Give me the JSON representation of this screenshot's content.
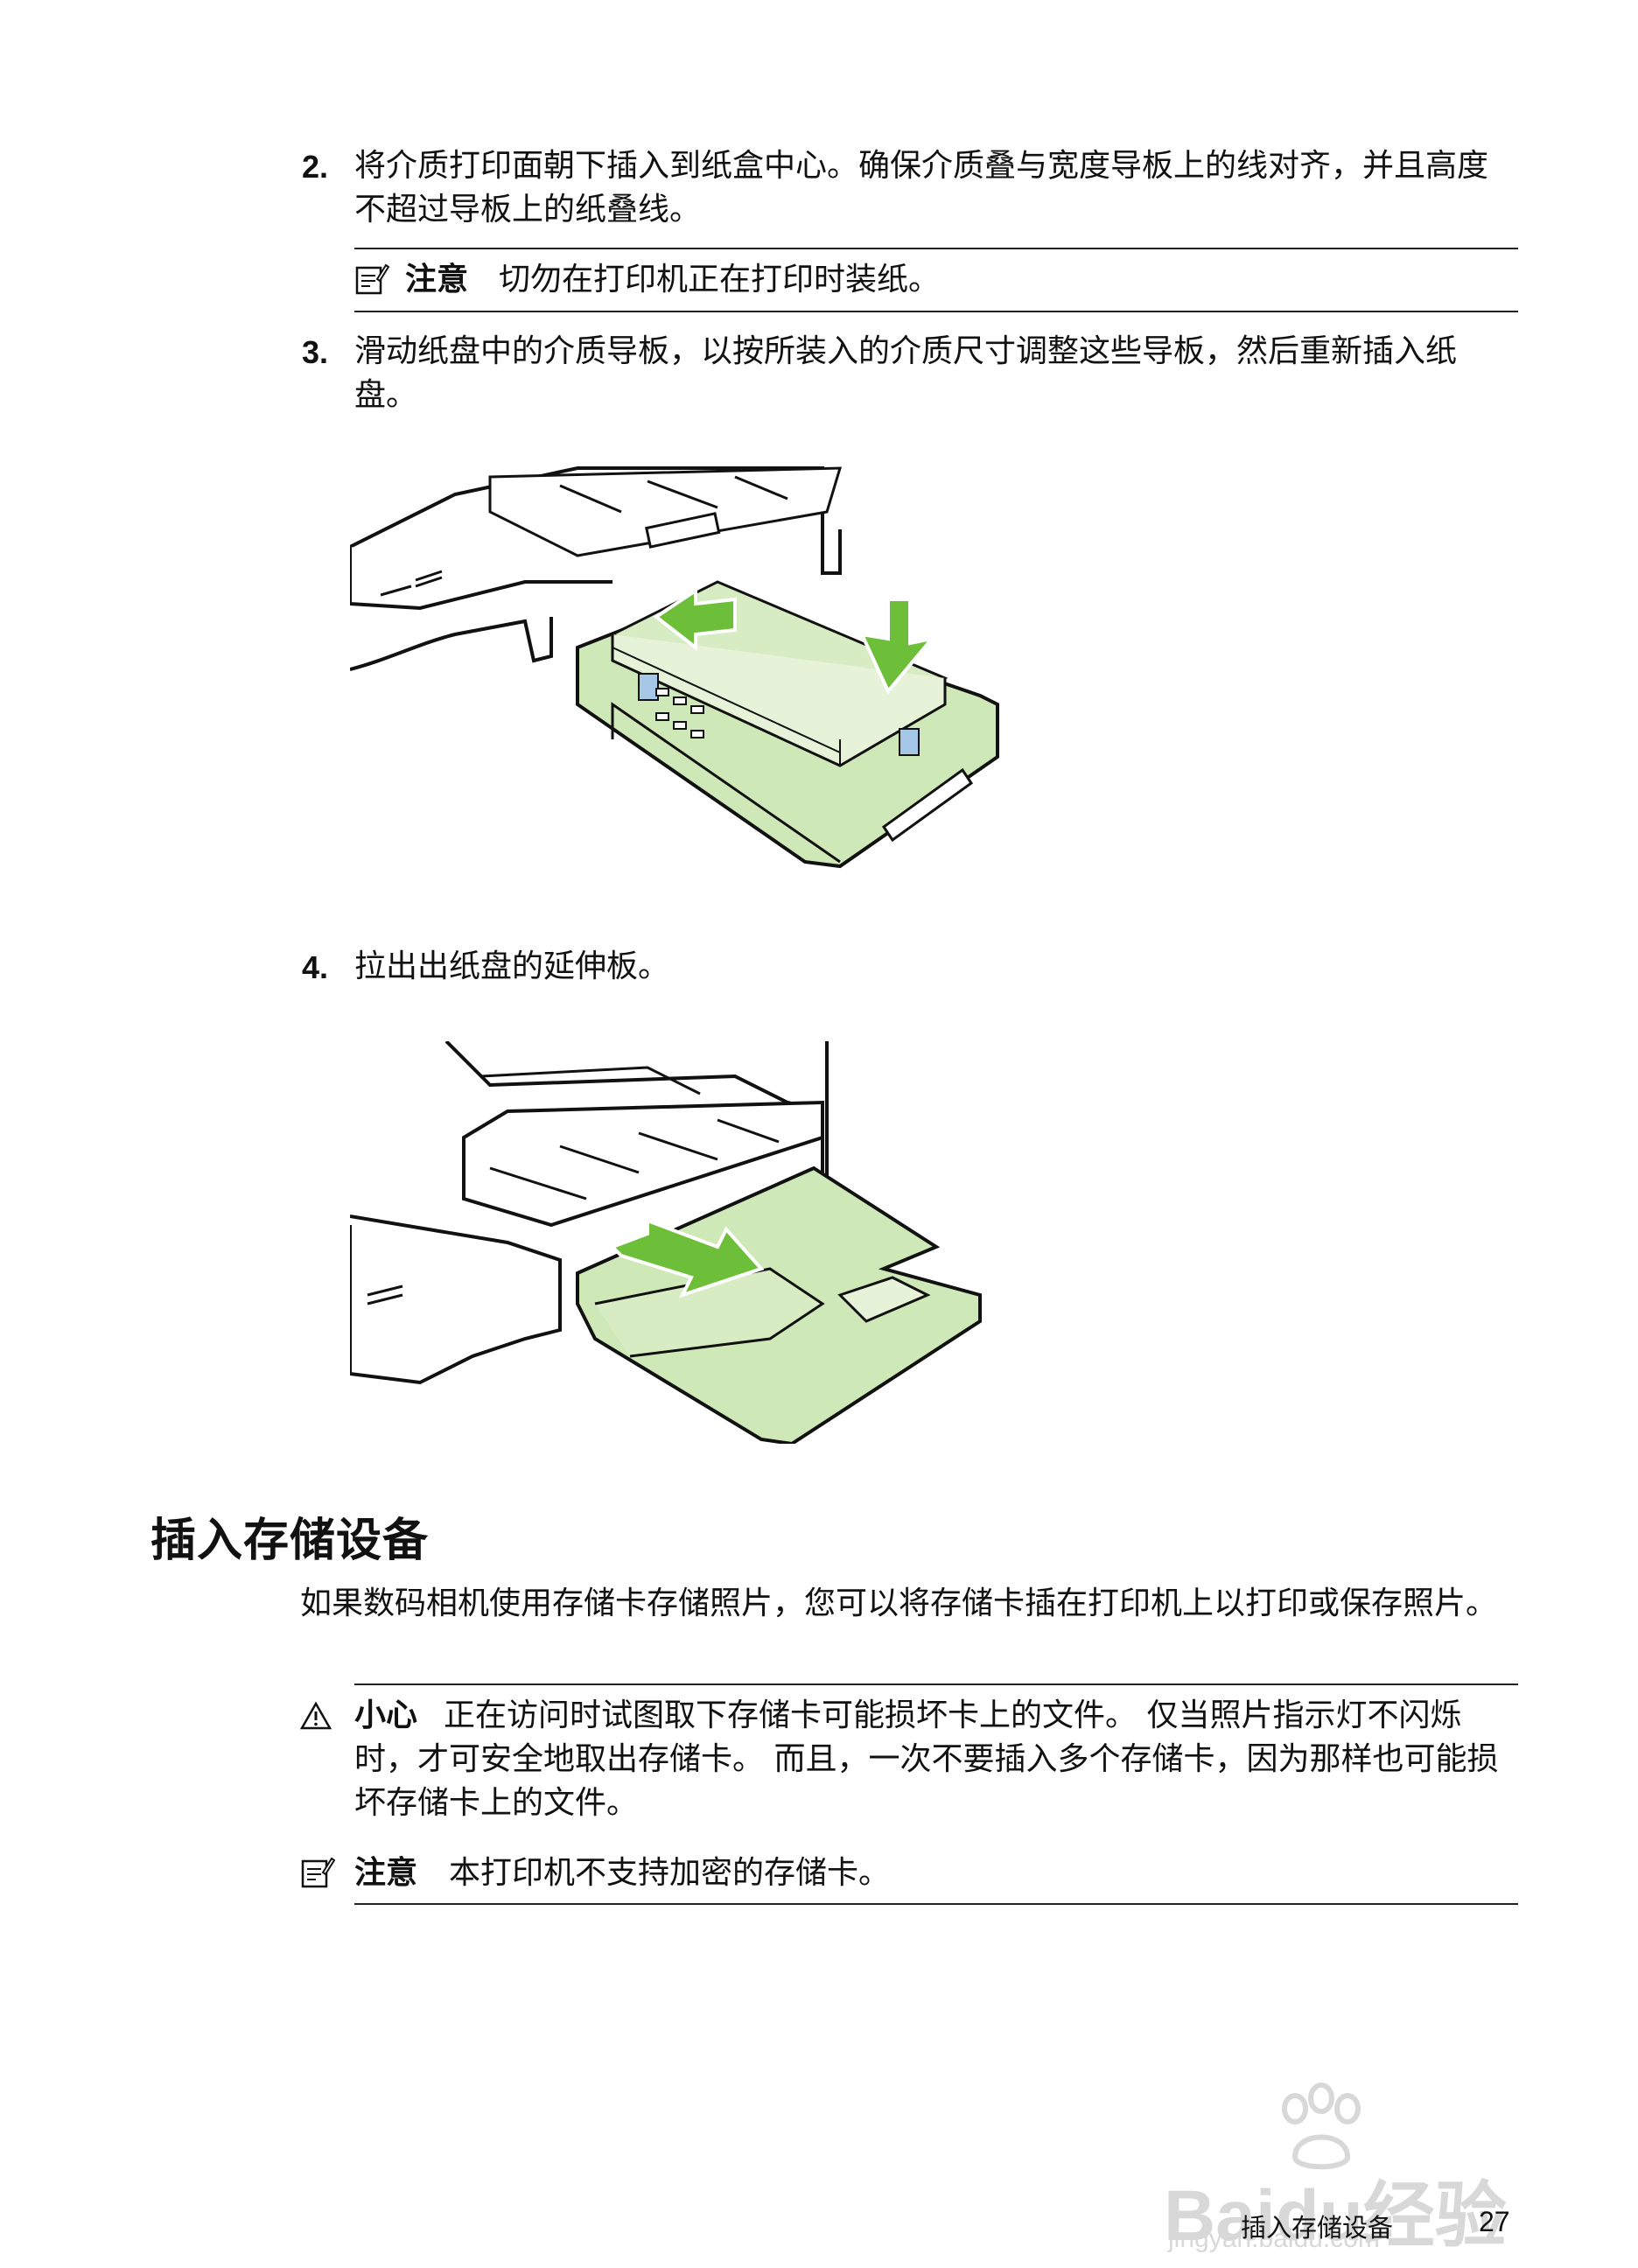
{
  "steps": [
    {
      "num": "2.",
      "text": "将介质打印面朝下插入到纸盒中心。确保介质叠与宽度导板上的线对齐，并且高度不超过导板上的纸叠线。"
    },
    {
      "num": "3.",
      "text": "滑动纸盘中的介质导板，以按所装入的介质尺寸调整这些导板，然后重新插入纸盘。"
    },
    {
      "num": "4.",
      "text": "拉出出纸盘的延伸板。"
    }
  ],
  "note1": {
    "icon": "note-icon",
    "label": "注意",
    "text": "切勿在打印机正在打印时装纸。"
  },
  "section": {
    "title": "插入存储设备",
    "paragraph": "如果数码相机使用存储卡存储照片，您可以将存储卡插在打印机上以打印或保存照片。"
  },
  "caution": {
    "icon": "warning-icon",
    "label": "小心",
    "text": "正在访问时试图取下存储卡可能损坏卡上的文件。 仅当照片指示灯不闪烁时，才可安全地取出存储卡。 而且，一次不要插入多个存储卡，因为那样也可能损坏存储卡上的文件。"
  },
  "note2": {
    "icon": "note-icon",
    "label": "注意",
    "text": "本打印机不支持加密的存储卡。"
  },
  "footer": {
    "section": "插入存储设备",
    "page": "27"
  },
  "watermark": {
    "brand": "Baidu经验",
    "url": "jingyan.baidu.com"
  },
  "colors": {
    "paper_green": "#d8ecc4",
    "arrow_green": "#6dbf3a",
    "tray_green": "#cfe8b8",
    "outline": "#111111"
  }
}
